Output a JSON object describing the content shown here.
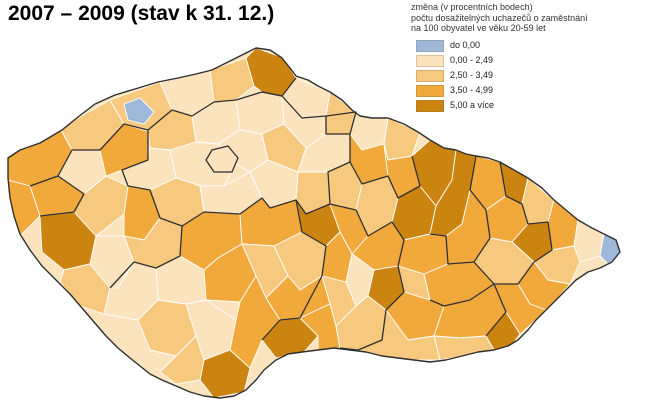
{
  "title": "2007 – 2009 (stav k 31. 12.)",
  "legend": {
    "title_lines": [
      "změna (v procentních bodech)",
      "počtu dosažitelných uchazečů o zaměstnání",
      "na 100 obyvatel ve věku 20-59 let"
    ],
    "items": [
      {
        "label": "do 0,00",
        "color": "#9db8d9"
      },
      {
        "label": "0,00 - 2,49",
        "color": "#fbe3bd"
      },
      {
        "label": "2,50 - 3,49",
        "color": "#f7c97e"
      },
      {
        "label": "3,50 - 4,99",
        "color": "#f0a93a"
      },
      {
        "label": "5,00 a více",
        "color": "#cc8411"
      }
    ]
  },
  "map": {
    "country": "Czech Republic",
    "colors": {
      "class_negative": "#9db8d9",
      "class_1": "#fbe3bd",
      "class_2": "#f7c97e",
      "class_3": "#f0a93a",
      "class_4": "#cc8411",
      "region_border": "#2f2f2f",
      "district_border": "#ffffff"
    }
  }
}
